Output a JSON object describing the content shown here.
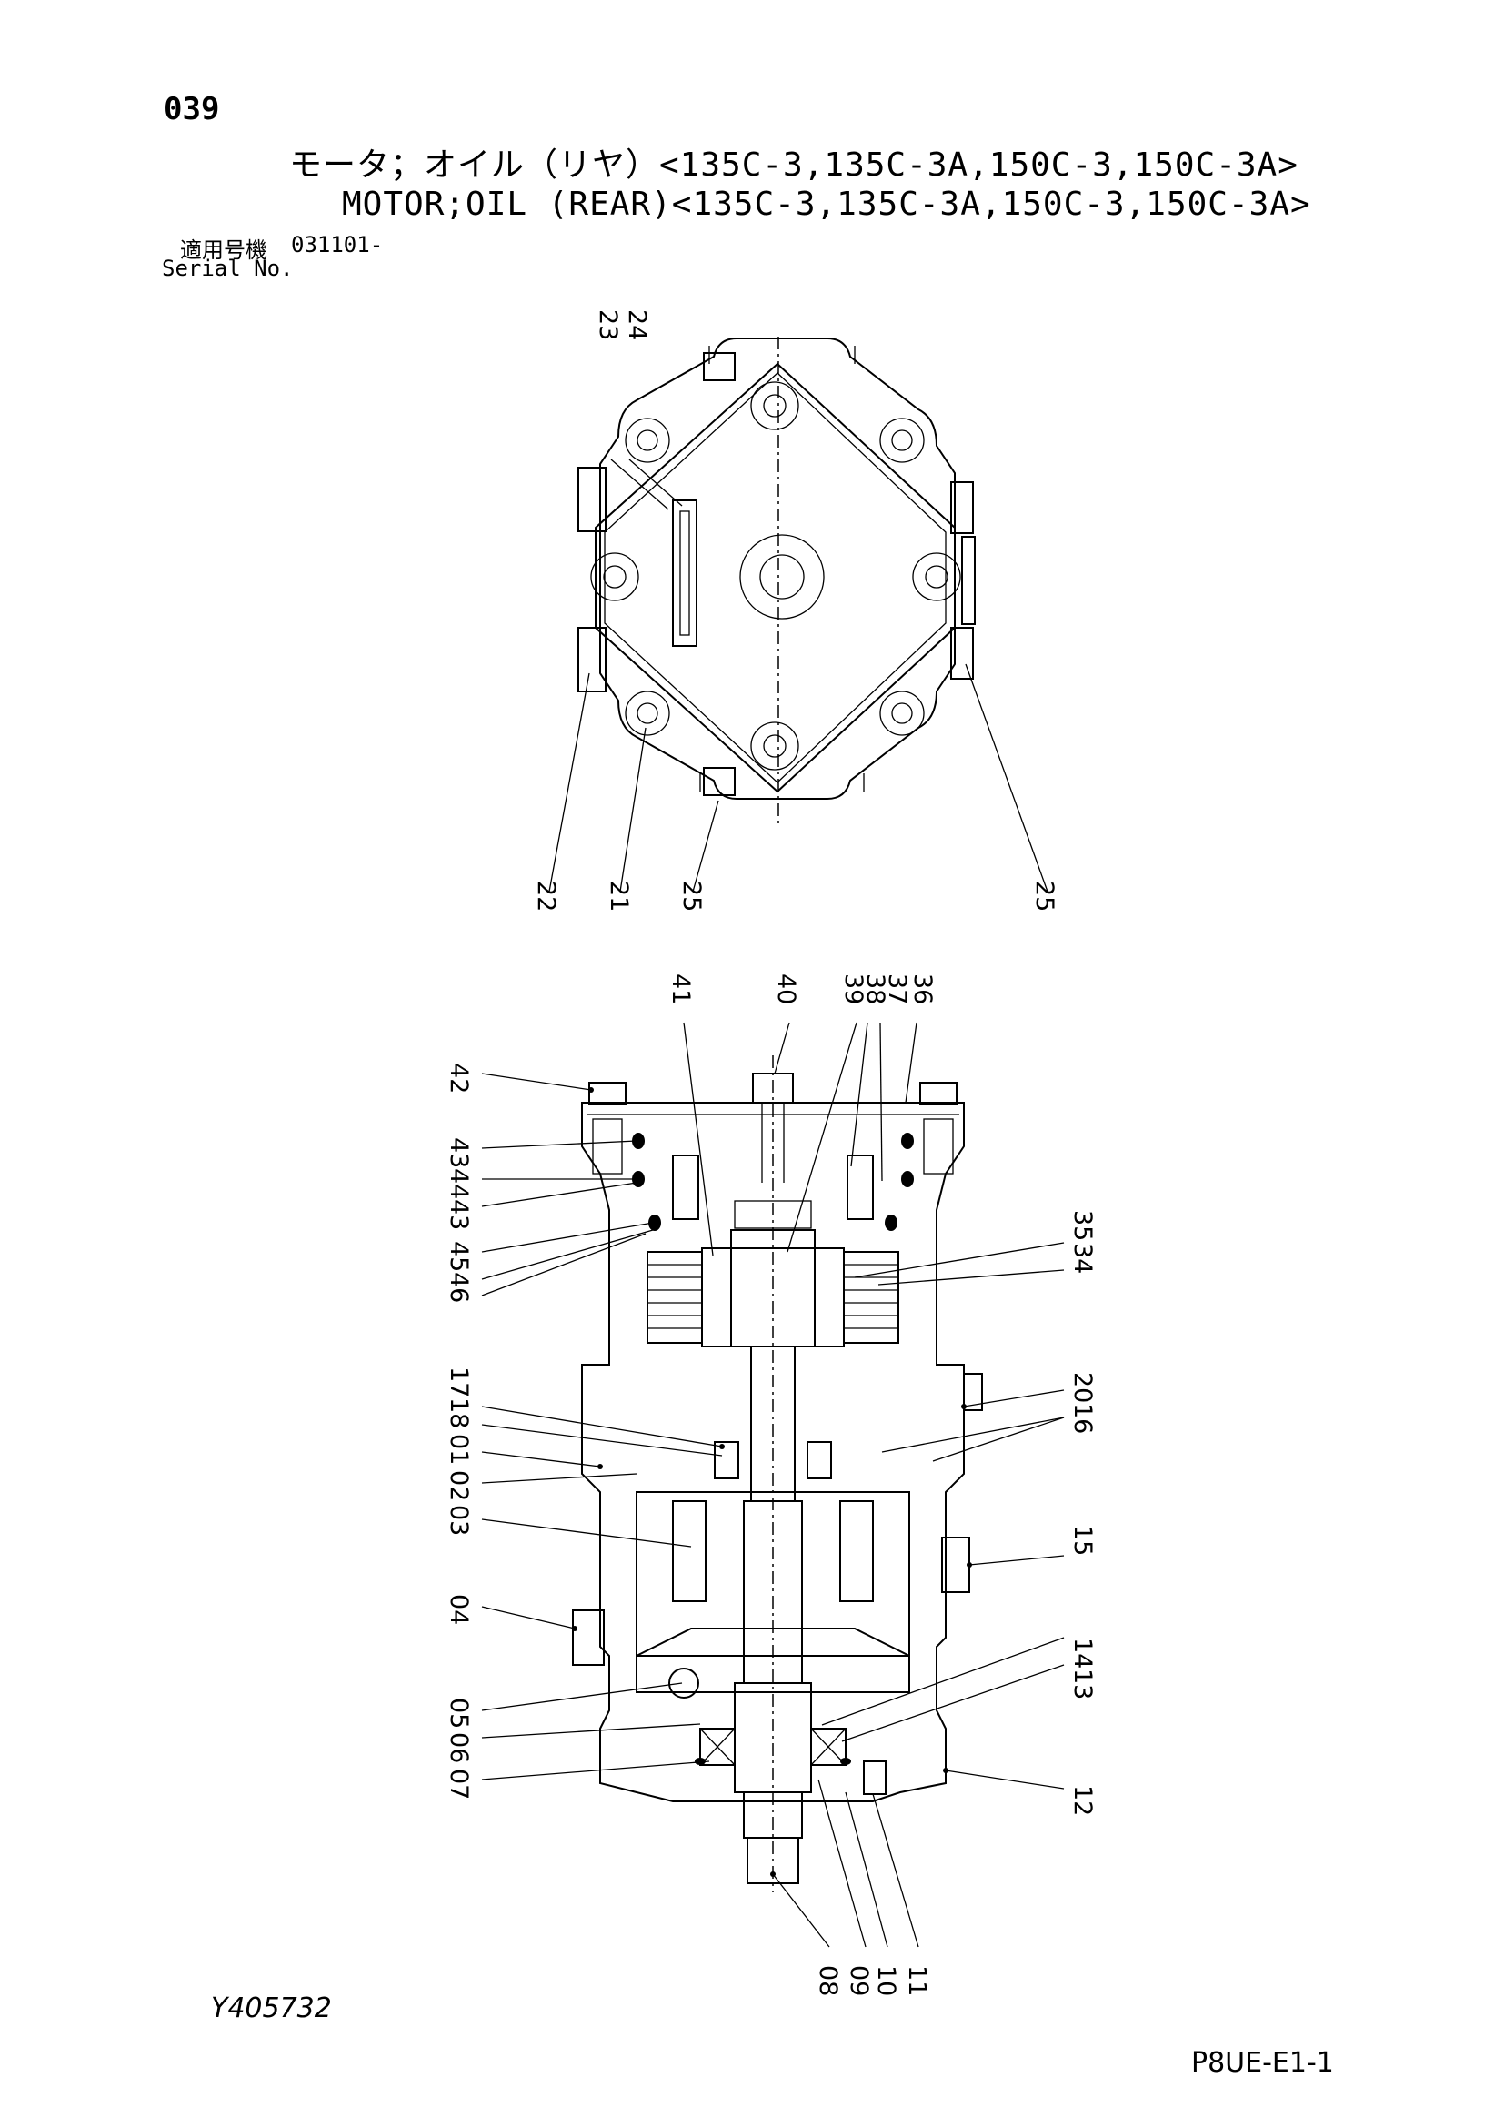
{
  "page": {
    "number": "039",
    "title_jp": "モータ；オイル（リヤ）<135C-3,135C-3A,150C-3,150C-3A>",
    "title_en": "MOTOR;OIL (REAR)<135C-3,135C-3A,150C-3,150C-3A>",
    "serial_label_jp": "適用号機",
    "serial_value": "031101-",
    "serial_label_en": "Serial No.",
    "drawing_number": "Y405732",
    "page_code": "P8UE-E1-1"
  },
  "top_view": {
    "callouts": [
      "23",
      "24",
      "22",
      "21",
      "25",
      "25"
    ]
  },
  "section_view": {
    "callouts_top": [
      "41",
      "40",
      "39",
      "38",
      "37",
      "36"
    ],
    "callouts_left": [
      "42",
      "43",
      "44",
      "43",
      "45",
      "46",
      "17",
      "18",
      "01",
      "02",
      "03",
      "04",
      "05",
      "06",
      "07"
    ],
    "callouts_right": [
      "35",
      "34",
      "20",
      "16",
      "15",
      "14",
      "13",
      "12"
    ],
    "callouts_bottom": [
      "08",
      "09",
      "10",
      "11"
    ]
  }
}
